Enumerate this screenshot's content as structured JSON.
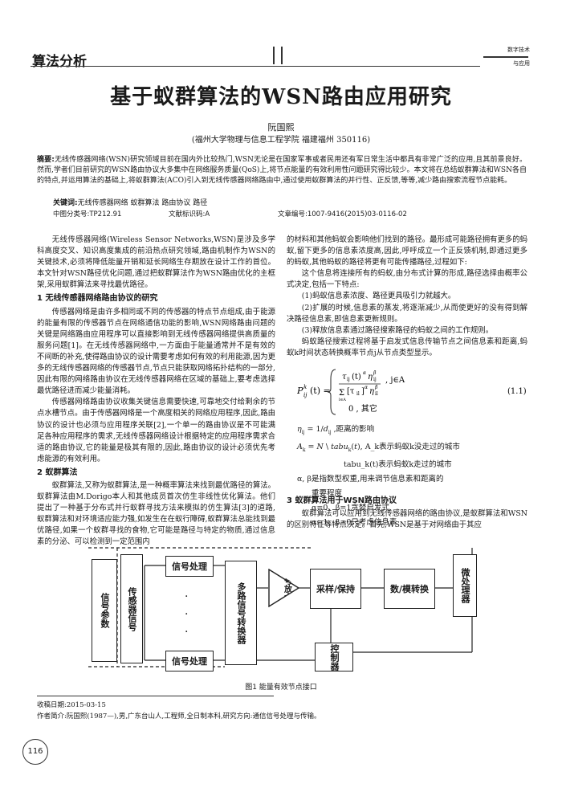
{
  "header": {
    "section_label": "算法分析",
    "logo_top": "数字技术",
    "logo_bottom": "与应用"
  },
  "paper": {
    "title": "基于蚁群算法的WSN路由应用研究",
    "author": "阮国熙",
    "affiliation": "(福州大学物理与信息工程学院  福建福州  350116)",
    "abstract_label": "摘要:",
    "abstract_text": "无线传感器网络(WSN)研究领域目前在国内外比较热门,WSN无论是在国家军事或者民用还有军日常生活中都具有非常广泛的应用,且其前景良好。然而,学者们目前研究的WSN路由协议大多集中在网络服务质量(QoS)上,将节点能量的有效利用性问题研究得比较少。本文将在总结蚁群算法和WSN各自的特点,并运用算法的基础上,将蚁群算法(ACO)引入到无线传感器网络路由中,通过使用蚁群算法的并行性、正反馈,等等,减少路由搜索流程节点能耗。",
    "keywords_label": "关键词:",
    "keywords": "无线传感器网络  蚁群算法  路由协议  路径",
    "clc": "中图分类号:TP212.91",
    "doc_code": "文献标识码:A",
    "article_no": "文章编号:1007-9416(2015)03-0116-02"
  },
  "body": {
    "intro": "无线传感器网络(Wireless Sensor Networks,WSN)是涉及多学科高度交叉、知识高度集成的前沿热点研究领域,路由机制作为WSN的关键技术,必须将降低能量开销和延长网络生存期放在设计工作的首位。本文针对WSN路径优化问题,通过把蚁群算法作为WSN路由优化的主框架,采用蚁群算法来寻找最优路径。",
    "s1_heading": "1 无线传感器网络路由协议的研究",
    "s1_p1": "传感器网络是由许多相同或不同的传感器的特点节点组成,由于能源的能量有限的传感器节点在网络通信功能的影响,WSN网络路由问题的关键是网络路由应用程序可以直接影响到无线传感器网络提供高质量的服务问题[1]。在无线传感器网络中,一方面由于能量通常并不是有效的不间断的补充,使得路由协议的设计需要考虑如何有效的利用能源,因为更多的无线传感器网络的传感器节点,节点只能获取网络拓扑结构的一部分,因此有限的网络路由协议在无线传感器网络在区域的基础上,要考虑选择最优路径进而减少能量消耗。",
    "s1_p2": "传感器网络路由协议收集关键信息需要快速,可靠地交付给剩余的节点水槽节点。由于传感器网络是一个高度相关的网络应用程序,因此,路由协议的设计也必须与应用程序关联[2],一个单一的路由协议是不可能满足各种应用程序的需求,无线传感器网络设计根据特定的应用程序需求合适的路由协议,它的能量是极其有限的,因此,路由协议的设计必须优先考虑能源的有效利用。",
    "s2_heading": "2 蚁群算法",
    "s2_p1": "蚁群算法,又称为蚁群算法,是一种概率算法来找到最优路径的算法。蚁群算法由M.Dorigo本人和其他成员首次仿生非线性优化算法。他们提出了一种基于分布式并行蚁群寻找方法来模拟的仿生算法[3]的道路,蚁群算法和对环境适应能力强,如发生在在蚁行障碍,蚁群算法总能找到最优路径,如果一个蚁群寻找的食物,它可能是路径与特定的物质,通过信息素的分泌、可以检测到一定范围内",
    "c2_p1": "的材料和其他蚂蚁会影响他们找到的路径。最形成可能路径拥有更多的蚂蚁,留下更多的信息素浓度高,因此,呼呼成立一个正反馈机制,即通过更多的蚂蚁,其他蚂蚁的路径将更有可能传播路径,过程如下:",
    "c2_p2": "这个信息将连接所有的蚂蚁,由分布式计算的形成,路径选择由概率公式决定,包括一下特点:",
    "c2_l1": "(1)蚂蚁信息素浓度、路径更具吸引力就越大。",
    "c2_l2": "(2)扩展的时候,信息素的蒸发,将逐渐减少,从而使更好的没有得到解决路径信息素,即信息素更新规则。",
    "c2_l3": "(3)释放信息素通过路径搜索路径的蚂蚁之间的工作规则。",
    "c2_p3": "蚂蚁路径搜索过程将基于启发式信息传输节点之间信息素和距离,蚂蚁k时间状态转换概率节点j从节点类型显示。",
    "s3_heading": "3 蚁群算法用于WSN路由协议",
    "s3_p1": "蚁群算法可以应用到无线传感器网络的路由协议,是蚁群算法和WSN的区别特征等特点决定。首先,WSN是基于对网络由于其应"
  },
  "formula": {
    "cond1": ", j∈A",
    "cond2": "0 ,  其它",
    "eq_no": "(1.1)",
    "eta_desc": ",距离的影响",
    "ak_desc": "A_k表示蚂蚁k没走过的城市",
    "tabu_desc": "tabu_k(t)表示蚂蚁k走过的城市",
    "ab_desc": "α, β是指数型权重,用来调节信息素和距离的",
    "ab_desc2": "重要程度",
    "case1": "α=0、β=1贪婪启发式,",
    "case2": "α=1、β=0只考虑信息素"
  },
  "figure": {
    "caption": "图1  能量有效节点接口",
    "blocks": {
      "signal_param": "信号参数",
      "sensor_signal": "传感器信号",
      "signal_conv1": "信号处理",
      "signal_conv2": "信号处理",
      "mux": "多路信号转换器",
      "amp": "信号放大",
      "sample_hold": "采样/保持",
      "adc": "数/模转换",
      "mcu": "微处理器",
      "controller": "控制器"
    }
  },
  "footer": {
    "received": "收稿日期:2015-03-15",
    "bio": "作者简介:阮国熙(1987—),男,广东台山人,工程师,全日制本科,研究方向:通信信号处理与传输。",
    "page_no": "116"
  }
}
